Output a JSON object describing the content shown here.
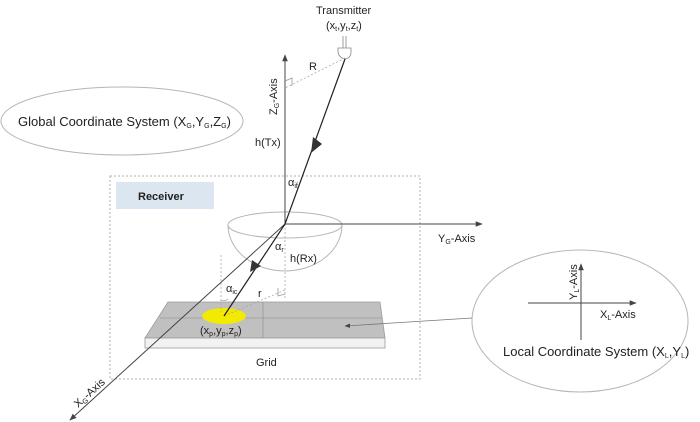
{
  "transmitter": {
    "title": "Transmitter",
    "coords": {
      "open": "(x",
      "sx": "t",
      "c1": ",y",
      "sy": "t",
      "c2": ",z",
      "sz": "t",
      "close": ")"
    },
    "icon": "antenna-icon"
  },
  "global_system": {
    "label": "Global Coordinate System (X",
    "parts": [
      "Global Coordinate System (X",
      "G",
      ",Y",
      "G",
      ",Z",
      "G",
      ")"
    ]
  },
  "axes": {
    "z": {
      "main": "Z",
      "sub": "G",
      "rest": "-Axis"
    },
    "y": {
      "main": "Y",
      "sub": "G",
      "rest": "-Axis"
    },
    "x": {
      "main": "X",
      "sub": "G",
      "rest": "-Axis"
    }
  },
  "labels": {
    "R": "R",
    "h_tx": "h(Tx)",
    "h_rx": "h(Rx)",
    "r": "r",
    "alpha": "α",
    "alpha_if_sub": "if",
    "alpha_r_sub": "r",
    "alpha_ic_sub": "ic"
  },
  "receiver": {
    "label": "Receiver"
  },
  "spot": {
    "coords": {
      "open": "(x",
      "sx": "p",
      "c1": ",y",
      "sy": "p",
      "c2": ",z",
      "sz": "p",
      "close": ")"
    },
    "color": "#f2ea00"
  },
  "grid": {
    "label": "Grid",
    "color": "#c0c0c0"
  },
  "local_system": {
    "parts": [
      "Local Coordinate System (X",
      "L",
      ",Y",
      "L",
      ")"
    ],
    "y_axis": {
      "main": "Y",
      "sub": "L",
      "rest": "-Axis"
    },
    "x_axis": {
      "main": "X",
      "sub": "L",
      "rest": "-Axis"
    }
  },
  "colors": {
    "receiver_box_fill": "#dce6f1",
    "line": "#333333",
    "dashed": "#aaaaaa"
  }
}
